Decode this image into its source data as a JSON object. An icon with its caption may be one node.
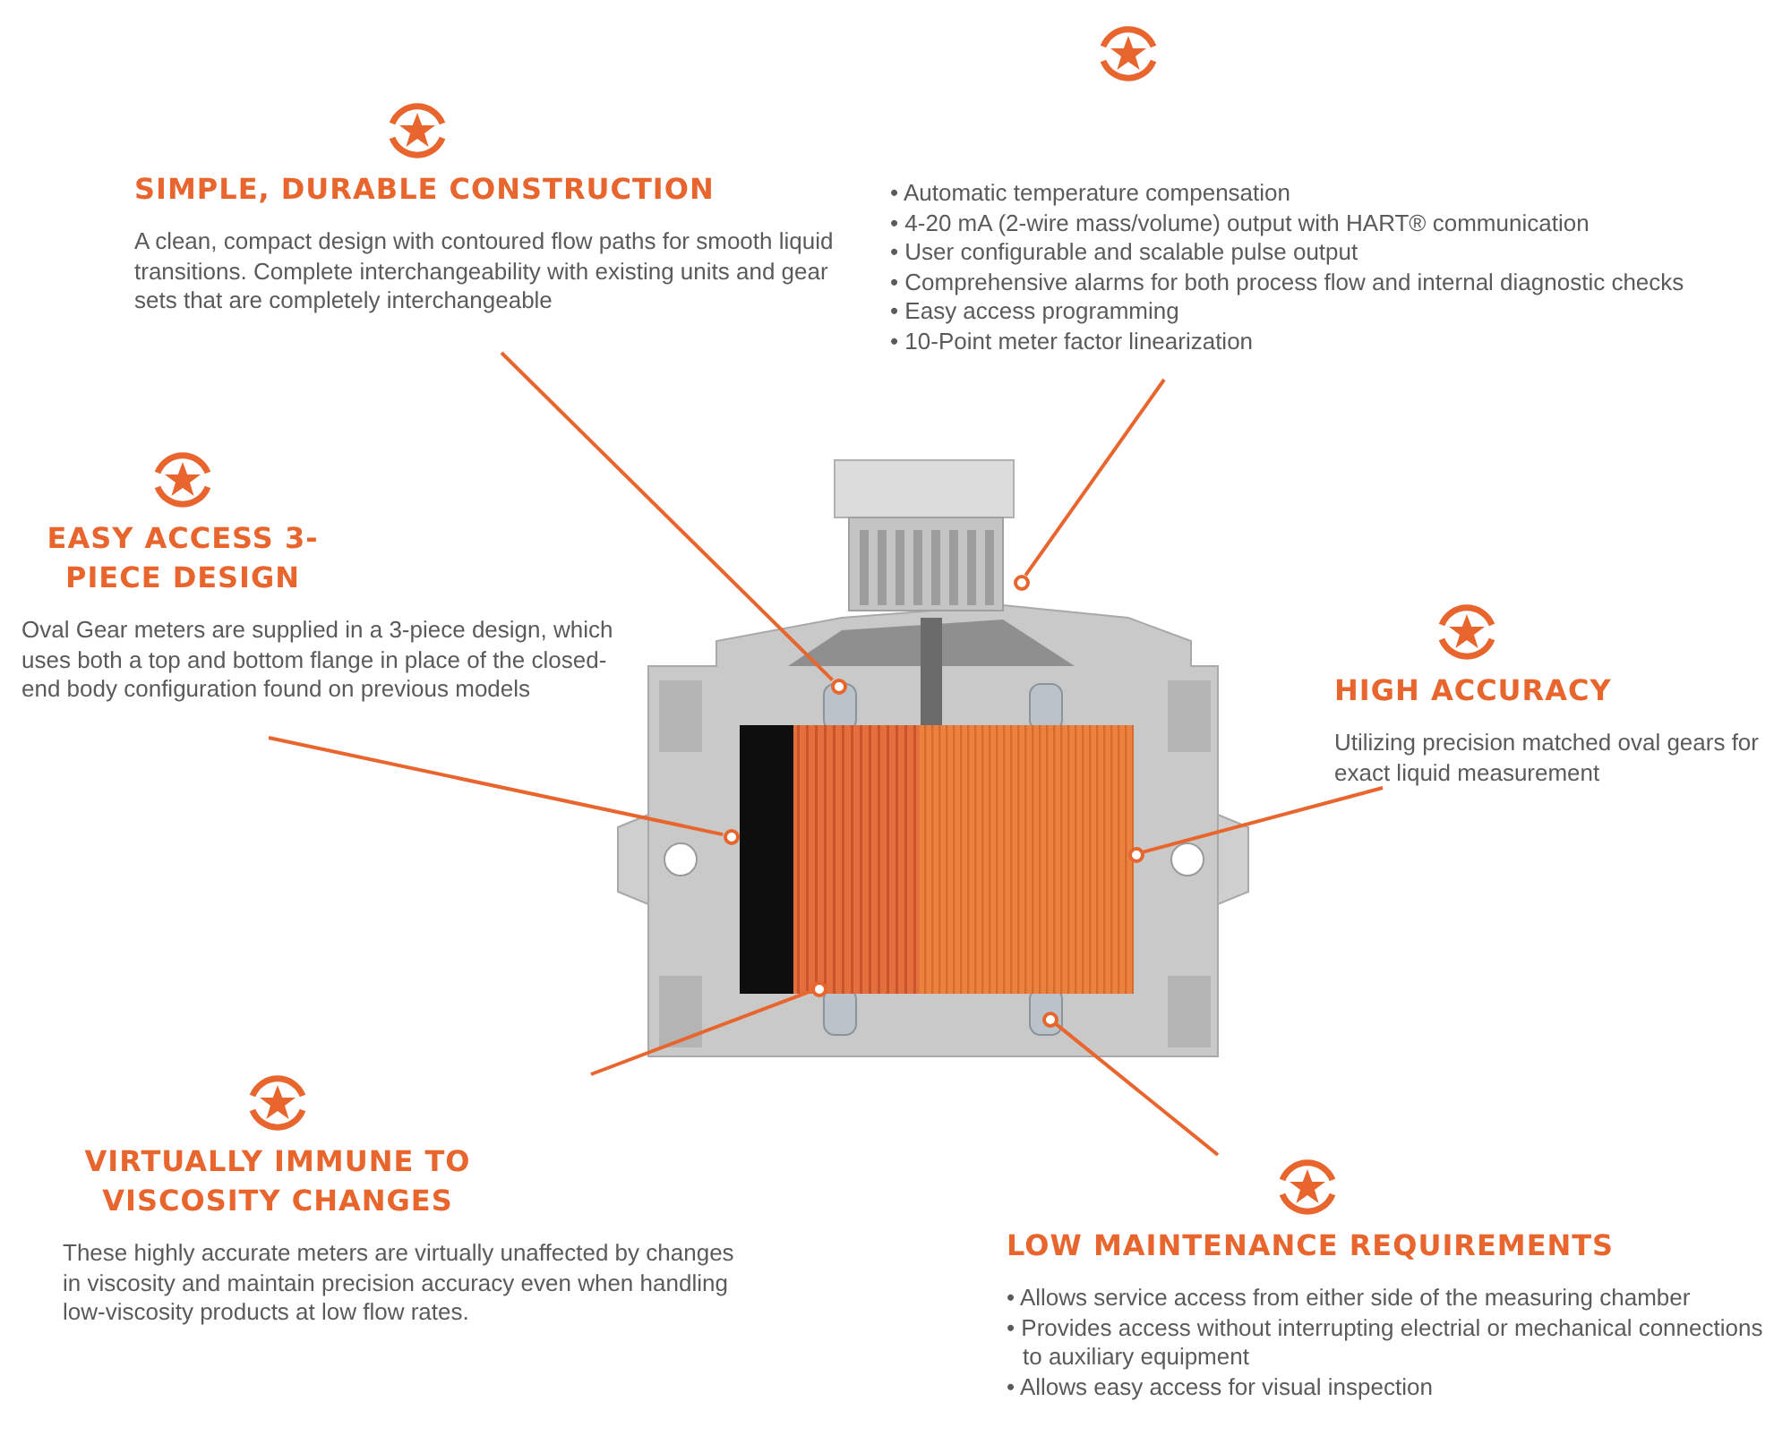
{
  "diagram": {
    "nodes": [
      {
        "text": [
          "SIMPLE, DURABLE CONSTRUCTION",
          "A clean, compact design with contoured flow paths for smooth liquid transitions. Complete interchangeability with existing units and gear sets that are completely interchangeable"
        ]
      },
      {
        "text": [],
        "shape": "circle"
      },
      {
        "text": [
          "• Automatic temperature compensation",
          "• 4-20 mA (2-wire mass/volume) output with HART® communication",
          "• User configurable and scalable pulse output",
          "• Comprehensive alarms for both process flow and internal diagnostic checks",
          "• Easy access programming",
          "• 10-Point meter factor linearization"
        ]
      },
      {
        "text": [],
        "shape": "circle"
      },
      {
        "text": [
          "EASY ACCESS 3-PIECE DESIGN",
          "Oval Gear meters are supplied in a 3-piece design, which uses both a top and bottom flange in place of the closed-end body configuration found on previous models"
        ]
      },
      {
        "text": [],
        "shape": "circle"
      },
      {
        "text": [
          "HIGH ACCURACY",
          "Utilizing precision matched oval gears for exact liquid measurement"
        ]
      },
      {
        "text": [],
        "shape": "circle"
      },
      {
        "text": [
          "VIRTUALLY IMMUNE TO VISCOSITY CHANGES",
          "These highly accurate meters are virtually unaffected by changes in viscosity and maintain precision accuracy even when handling low-viscosity products at low flow rates."
        ]
      },
      {
        "text": [],
        "shape": "circle"
      },
      {
        "text": [
          "LOW MAINTENANCE REQUIREMENTS",
          "• Allows service access from either side of the measuring chamber",
          "• Provides access without interrupting electrial or mechanical connections to auxiliary equipment",
          "• Allows easy access for visual inspection"
        ]
      },
      {
        "text": [],
        "shape": "circle"
      }
    ],
    "edges": [
      {
        "from": 0,
        "to": 1,
        "arrow": "none"
      },
      {
        "from": 2,
        "to": 3,
        "arrow": "none"
      },
      {
        "from": 4,
        "to": 5,
        "arrow": "none"
      },
      {
        "from": 6,
        "to": 7,
        "arrow": "none"
      },
      {
        "from": 8,
        "to": 9,
        "arrow": "none"
      },
      {
        "from": 10,
        "to": 11,
        "arrow": "none"
      }
    ]
  }
}
